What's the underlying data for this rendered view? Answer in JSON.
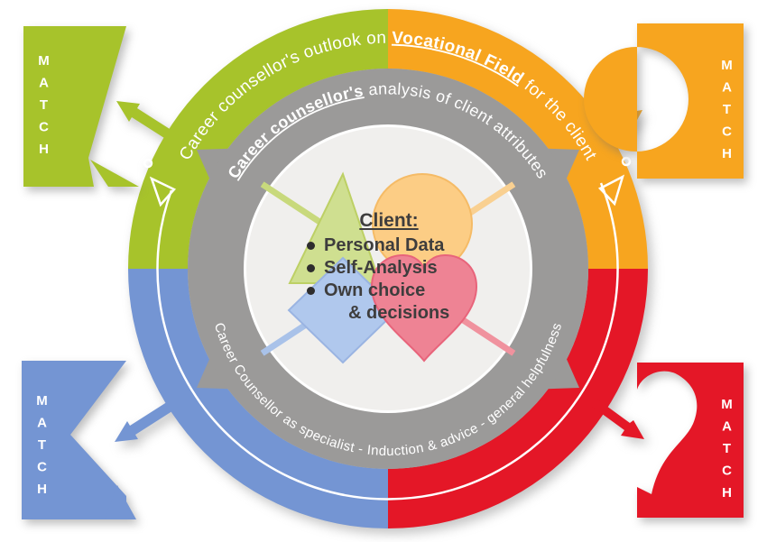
{
  "colors": {
    "green": "#a7c32b",
    "orange": "#f7a51f",
    "blue": "#7495d3",
    "red": "#e41727",
    "gray_ring": "#9b9a99",
    "inner_circle": "#f0efed",
    "pale_green": "#cfdf90",
    "pale_orange": "#fccd85",
    "pale_blue": "#b0c8ed",
    "pale_red": "#ee8394",
    "line_green": "#c8d97c",
    "line_orange": "#f9d091",
    "line_blue": "#a9c2e9",
    "line_red": "#f0929e",
    "text_dark": "#3e3d3d"
  },
  "rings": {
    "outer": {
      "part1": "Career counsellor's outlook on ",
      "part2": "Vocational Field",
      "part3": " for the client"
    },
    "analysis": {
      "part1": "Career counsellor's",
      "part2": " analysis of client attributes"
    },
    "specialist": "Career Counsellor as specialist - Induction & advice - general helpfulness"
  },
  "center": {
    "heading": "Client:",
    "items": [
      {
        "text": "Personal Data"
      },
      {
        "text": "Self-Analysis"
      },
      {
        "text": "Own choice"
      },
      {
        "text": "& decisions"
      }
    ]
  },
  "match": {
    "top_left": "MATCH",
    "top_right": "MATCH",
    "bottom_left": "MATCH",
    "bottom_right": "MATCH"
  }
}
